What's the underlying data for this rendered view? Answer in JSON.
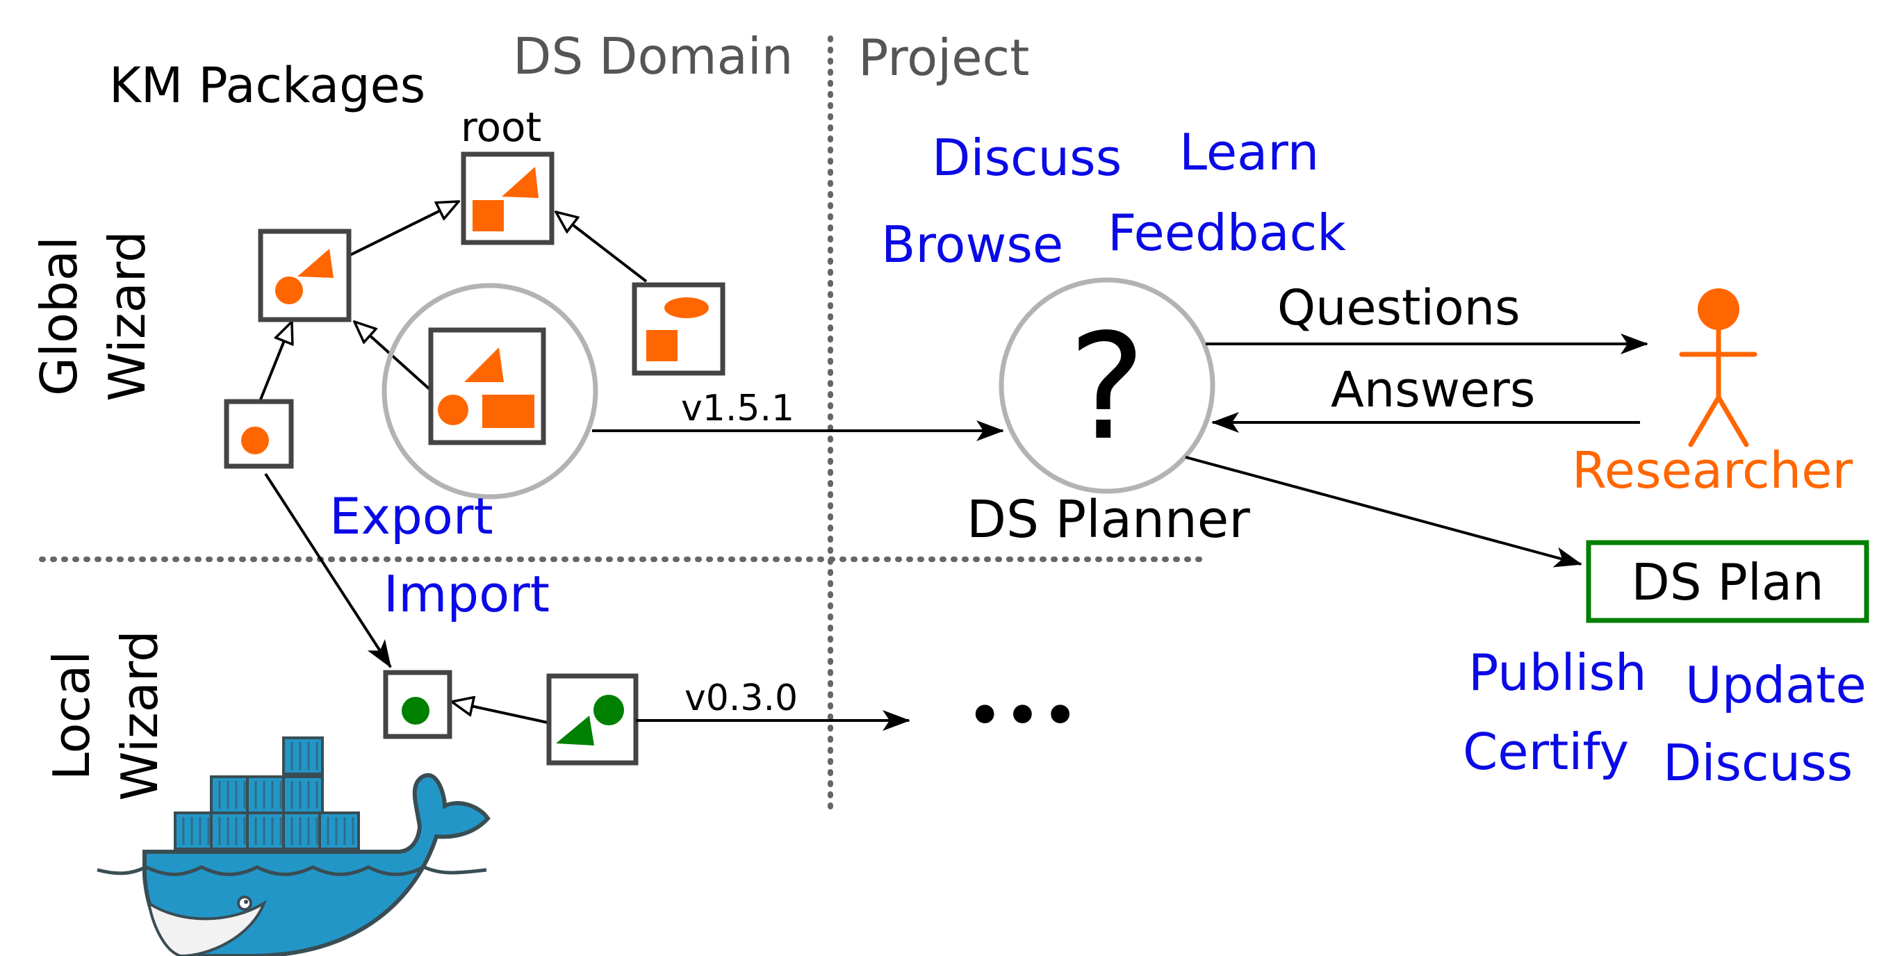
{
  "headers": {
    "ds_domain": "DS Domain",
    "project": "Project",
    "km_packages": "KM Packages"
  },
  "rows": {
    "global_wizard": [
      "Global",
      "Wizard"
    ],
    "local_wizard": [
      "Local",
      "Wizard"
    ]
  },
  "packages": {
    "root_label": "root"
  },
  "versions": {
    "global": "v1.5.1",
    "local": "v0.3.0"
  },
  "actions": {
    "export": "Export",
    "import": "Import",
    "planner": [
      "Discuss",
      "Learn",
      "Browse",
      "Feedback"
    ],
    "plan": [
      "Publish",
      "Update",
      "Certify",
      "Discuss"
    ]
  },
  "planner": {
    "symbol": "?",
    "label": "DS Planner"
  },
  "flows": {
    "questions": "Questions",
    "answers": "Answers"
  },
  "actor": {
    "label": "Researcher"
  },
  "plan": {
    "label": "DS Plan"
  },
  "ellipsis": "•••",
  "colors": {
    "orange": "#ff6600",
    "green": "#008000",
    "blue": "#0a0ae6",
    "gray": "#555555",
    "docker_blue": "#2396c8",
    "docker_dark": "#394d54"
  }
}
